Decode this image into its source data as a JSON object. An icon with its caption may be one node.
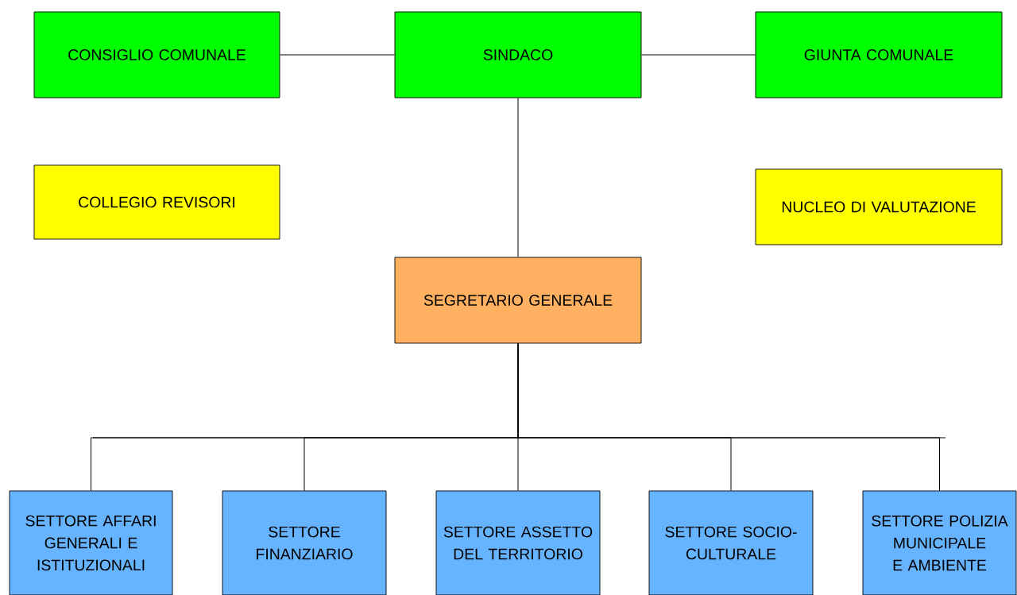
{
  "diagram": {
    "nodes": [
      {
        "text": [
          "CONSIGLIO COMUNALE"
        ]
      },
      {
        "text": [
          "SINDACO"
        ]
      },
      {
        "text": [
          "GIUNTA COMUNALE"
        ]
      },
      {
        "text": [
          "COLLEGIO REVISORI"
        ]
      },
      {
        "text": [
          "NUCLEO DI VALUTAZIONE"
        ]
      },
      {
        "text": [
          "SEGRETARIO GENERALE"
        ]
      },
      {
        "text": [
          "SETTORE AFFARI GENERALI E ISTITUZIONALI"
        ]
      },
      {
        "text": [
          "SETTORE FINANZIARIO"
        ]
      },
      {
        "text": [
          "SETTORE ASSETTO DEL TERRITORIO"
        ]
      },
      {
        "text": [
          "SETTORE SOCIO-CULTURALE"
        ]
      },
      {
        "text": [
          "SETTORE POLIZIA MUNICIPALE E AMBIENTE"
        ]
      }
    ],
    "edges": [
      {
        "from": 0,
        "to": 1,
        "arrow": "none"
      },
      {
        "from": 1,
        "to": 2,
        "arrow": "none"
      },
      {
        "from": 1,
        "to": 5,
        "arrow": "none"
      },
      {
        "from": 5,
        "to": 6,
        "arrow": "none"
      },
      {
        "from": 5,
        "to": 7,
        "arrow": "none"
      },
      {
        "from": 5,
        "to": 8,
        "arrow": "none"
      },
      {
        "from": 5,
        "to": 9,
        "arrow": "none"
      },
      {
        "from": 5,
        "to": 10,
        "arrow": "none"
      }
    ]
  }
}
